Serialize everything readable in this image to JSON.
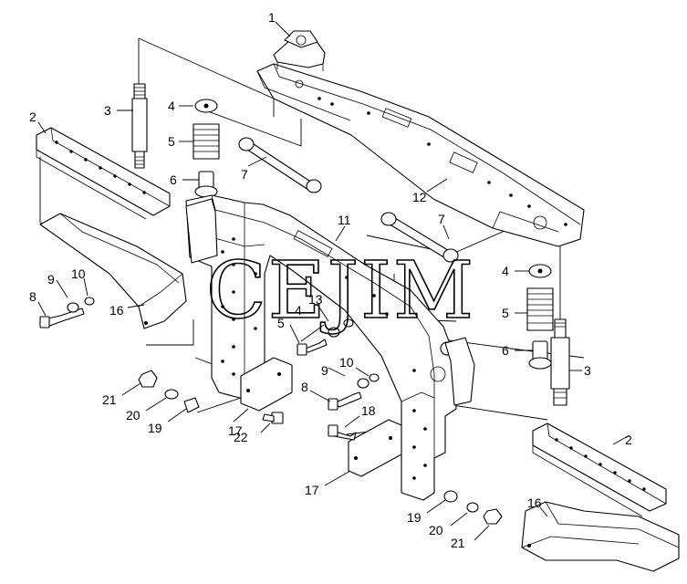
{
  "watermark": "CEJIM",
  "callouts": {
    "c1": "1",
    "c2a": "2",
    "c2b": "2",
    "c3a": "3",
    "c3b": "3",
    "c4a": "4",
    "c4b": "4",
    "c4c": "4",
    "c5a": "5",
    "c5b": "5",
    "c5c": "5",
    "c6a": "6",
    "c6b": "6",
    "c7a": "7",
    "c7b": "7",
    "c8a": "8",
    "c8b": "8",
    "c9a": "9",
    "c9b": "9",
    "c10a": "10",
    "c10b": "10",
    "c11": "11",
    "c12": "12",
    "c13": "13",
    "c16a": "16",
    "c16b": "16",
    "c17a": "17",
    "c17b": "17",
    "c18": "18",
    "c19a": "19",
    "c19b": "19",
    "c20a": "20",
    "c20b": "20",
    "c21a": "21",
    "c21b": "21",
    "c22": "22"
  }
}
